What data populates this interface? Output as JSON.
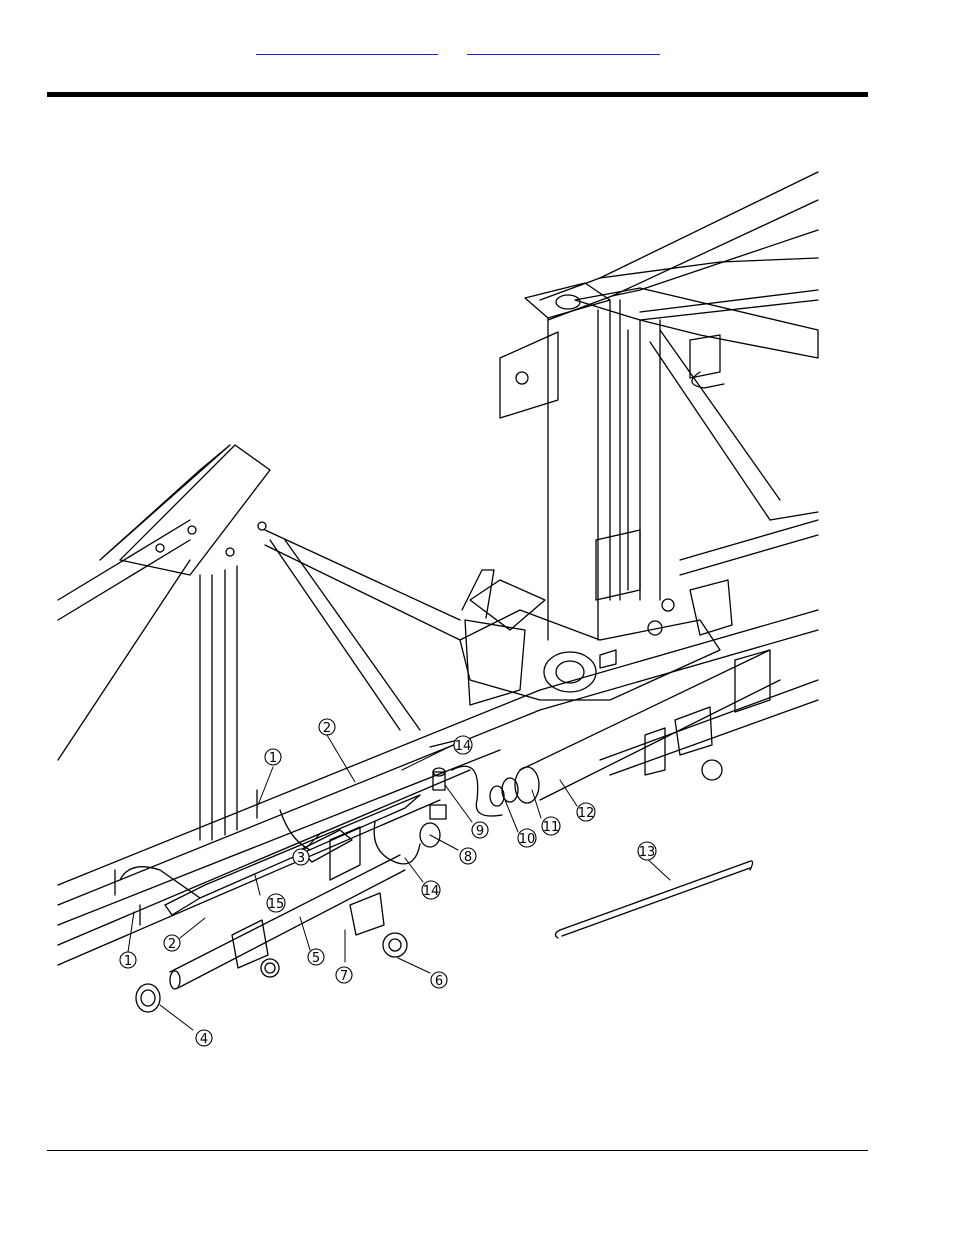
{
  "header": {
    "link_left": "",
    "link_right": ""
  },
  "callouts": [
    {
      "id": "c1a",
      "label": "1"
    },
    {
      "id": "c1b",
      "label": "1"
    },
    {
      "id": "c2a",
      "label": "2"
    },
    {
      "id": "c2b",
      "label": "2"
    },
    {
      "id": "c3",
      "label": "3"
    },
    {
      "id": "c4",
      "label": "4"
    },
    {
      "id": "c5",
      "label": "5"
    },
    {
      "id": "c6",
      "label": "6"
    },
    {
      "id": "c7",
      "label": "7"
    },
    {
      "id": "c8",
      "label": "8"
    },
    {
      "id": "c9",
      "label": "9"
    },
    {
      "id": "c10",
      "label": "10"
    },
    {
      "id": "c11",
      "label": "11"
    },
    {
      "id": "c12",
      "label": "12"
    },
    {
      "id": "c13",
      "label": "13"
    },
    {
      "id": "c14a",
      "label": "14"
    },
    {
      "id": "c14b",
      "label": "14"
    },
    {
      "id": "c15",
      "label": "15"
    }
  ]
}
